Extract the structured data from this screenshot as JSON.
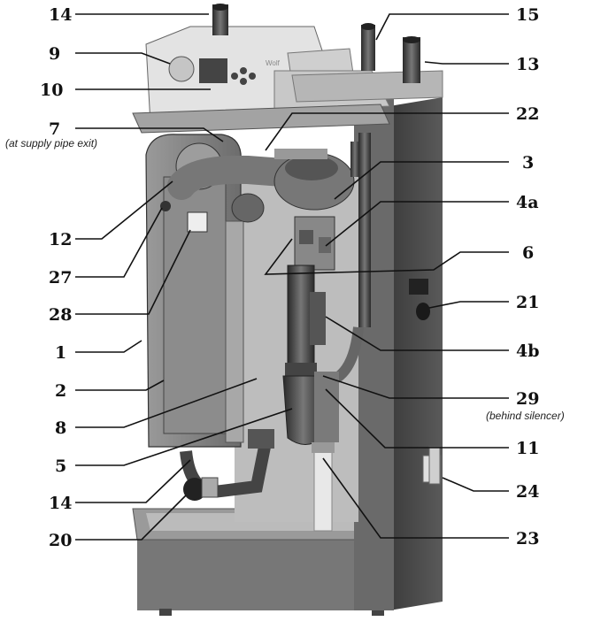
{
  "labels": {
    "l14_top": "14",
    "l9": "9",
    "l10": "10",
    "l7": "7",
    "l7_note": "(at supply pipe exit)",
    "l12": "12",
    "l27": "27",
    "l28": "28",
    "l1": "1",
    "l2": "2",
    "l8": "8",
    "l5": "5",
    "l14_bottom": "14",
    "l20": "20",
    "l15": "15",
    "l13": "13",
    "l22": "22",
    "l3": "3",
    "l4a": "4a",
    "l6": "6",
    "l21": "21",
    "l4b": "4b",
    "l29": "29",
    "l29_note": "(behind silencer)",
    "l11": "11",
    "l24": "24",
    "l23": "23"
  },
  "control_panel_brand": "Wolf",
  "colors": {
    "cabinet_dark": "#4a4a4a",
    "cabinet_mid": "#8a8a8a",
    "light_part": "#d8d8d8",
    "leader": "#111111"
  }
}
